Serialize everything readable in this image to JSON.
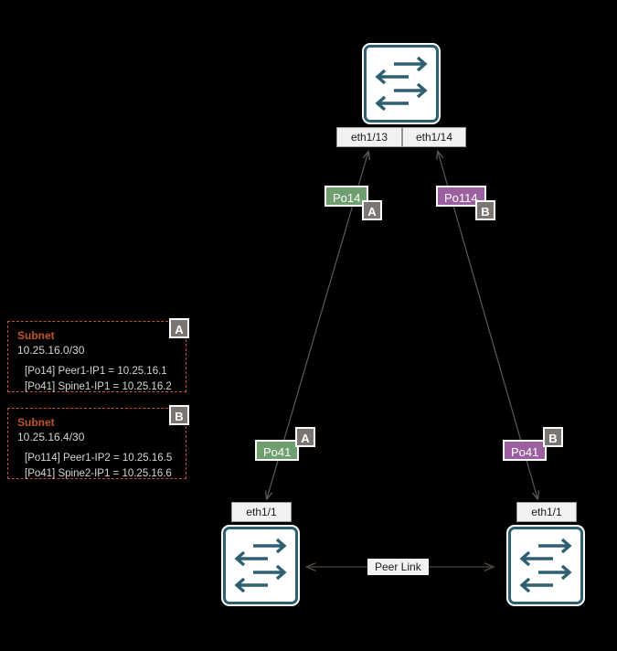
{
  "diagram": {
    "title": "Leaf-Spine Port-Channel Peering Diagram",
    "background_color": "#000000",
    "accent_colors": {
      "device_border": "#2e5f70",
      "po_a": "#6f9e6f",
      "po_b": "#9c5fa0",
      "badge": "#7b7672",
      "subnet_border": "#c0542a",
      "subnet_title": "#c0542a",
      "edge_line": "#5a5a5a"
    }
  },
  "devices": {
    "spine": {
      "name": "spine-switch",
      "icon": "switch-icon",
      "ports": [
        {
          "label": "eth1/13"
        },
        {
          "label": "eth1/14"
        }
      ]
    },
    "leaf_left": {
      "name": "leaf-switch-left",
      "icon": "switch-icon",
      "ports": [
        {
          "label": "eth1/1"
        }
      ]
    },
    "leaf_right": {
      "name": "leaf-switch-right",
      "icon": "switch-icon",
      "ports": [
        {
          "label": "eth1/1"
        }
      ]
    }
  },
  "port_channels": {
    "spine_a": {
      "label": "Po14",
      "group": "A",
      "color": "#6f9e6f"
    },
    "spine_b": {
      "label": "Po114",
      "group": "B",
      "color": "#9c5fa0"
    },
    "leaf_a": {
      "label": "Po41",
      "group": "A",
      "color": "#6f9e6f"
    },
    "leaf_b": {
      "label": "Po41",
      "group": "B",
      "color": "#9c5fa0"
    }
  },
  "peer_link": {
    "label": "Peer Link",
    "bidirectional": true
  },
  "subnets": [
    {
      "badge": "A",
      "title": "Subnet",
      "cidr": "10.25.16.0/30",
      "lines": [
        "[Po14] Peer1-IP1 = 10.25.16.1",
        "[Po41] Spine1-IP1 = 10.25.16.2"
      ]
    },
    {
      "badge": "B",
      "title": "Subnet",
      "cidr": "10.25.16.4/30",
      "lines": [
        "[Po114] Peer1-IP2 = 10.25.16.5",
        "[Po41] Spine2-IP1 = 10.25.16.6"
      ]
    }
  ]
}
